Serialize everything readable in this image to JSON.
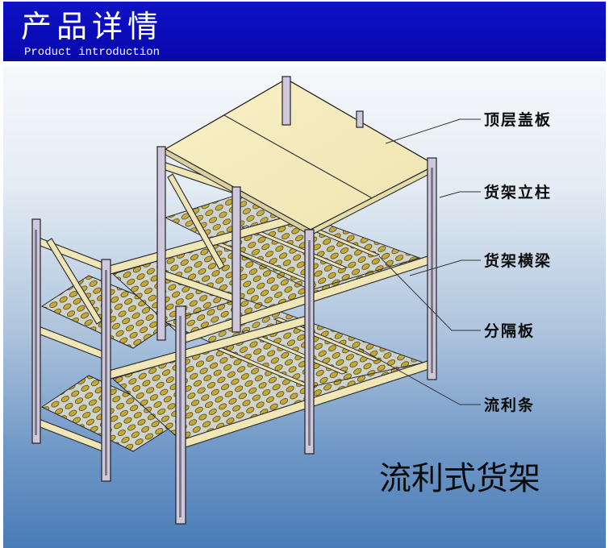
{
  "header": {
    "title": "产品详情",
    "subtitle": "Product introduction"
  },
  "diagram": {
    "product_name": "流利式货架",
    "callouts": [
      {
        "label": "顶层盖板"
      },
      {
        "label": "货架立柱"
      },
      {
        "label": "货架横梁"
      },
      {
        "label": "分隔板"
      },
      {
        "label": "流利条"
      }
    ]
  },
  "colors": {
    "header_blue": "#0f12c6",
    "frame": "#c9c2d6",
    "beam": "#f0e6b4",
    "top_panel": "#f7efc2",
    "roller": "#c8ad3a"
  }
}
